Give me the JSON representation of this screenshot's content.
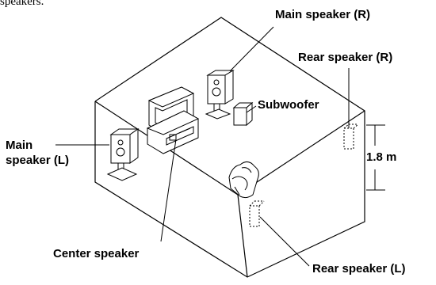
{
  "intro_text": "speakers.",
  "labels": {
    "main_right": "Main speaker (R)",
    "rear_right": "Rear speaker (R)",
    "subwoofer": "Subwoofer",
    "main_left_line1": "Main",
    "main_left_line2": "speaker (L)",
    "height": "1.8 m",
    "center": "Center speaker",
    "rear_left": "Rear speaker (L)"
  }
}
